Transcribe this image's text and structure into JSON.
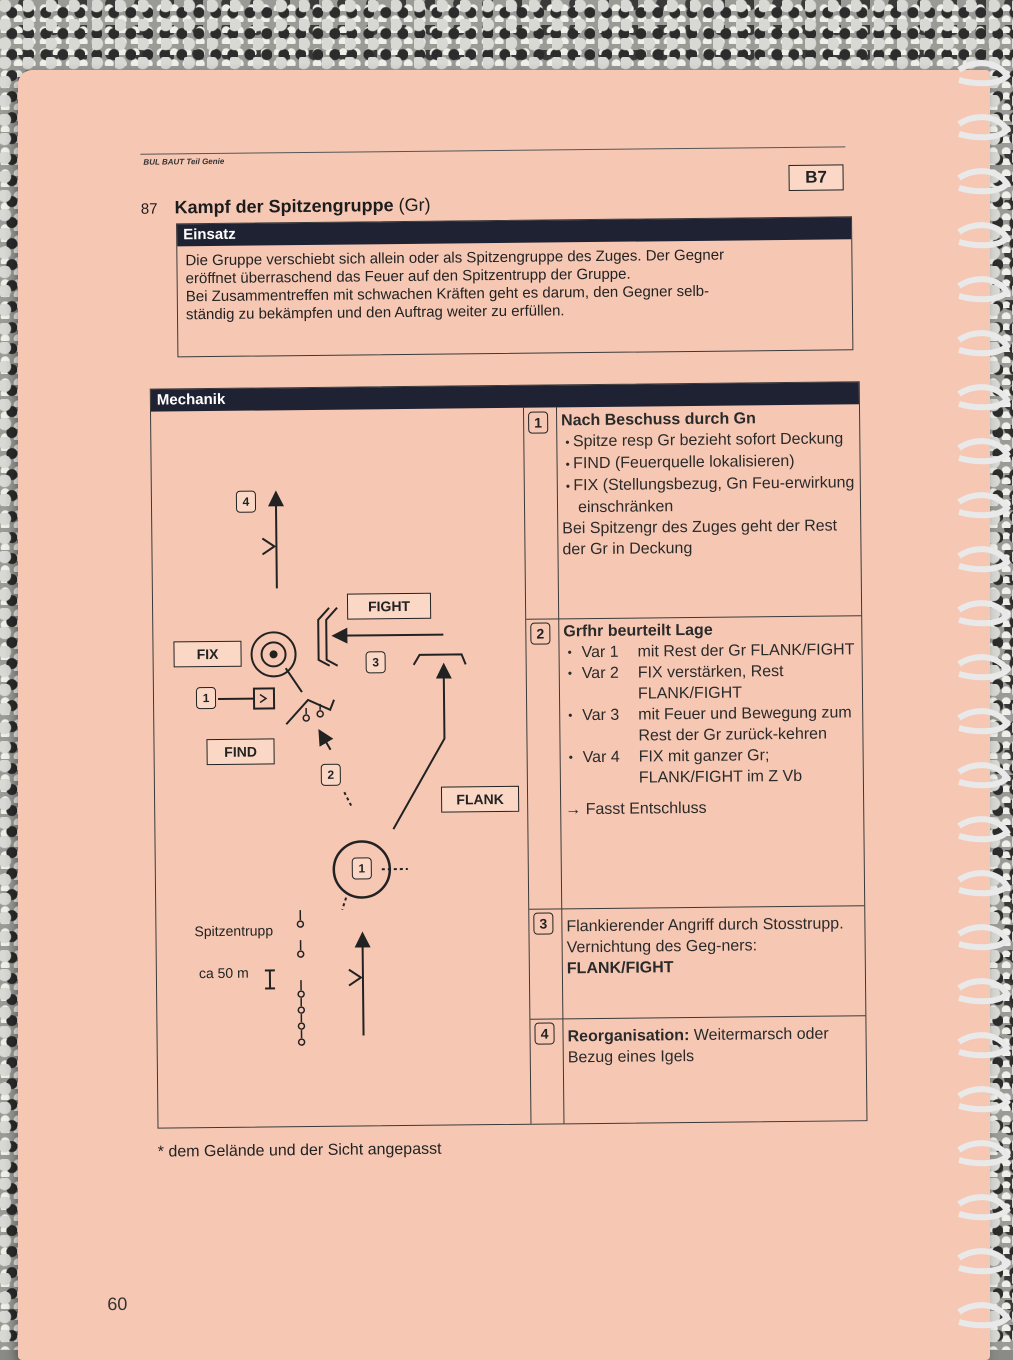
{
  "header": {
    "series": "BUL BAUT Teil Genie",
    "code": "B7",
    "number": "87",
    "title_main": "Kampf der Spitzengruppe",
    "title_suffix": "(Gr)"
  },
  "einsatz": {
    "heading": "Einsatz",
    "lines": [
      "Die Gruppe verschiebt sich allein oder als Spitzengruppe des Zuges. Der Gegner",
      "eröffnet überraschend das Feuer auf den Spitzentrupp der Gruppe.",
      "Bei Zusammentreffen mit schwachen Kräften geht es darum, den Gegner selb-",
      "ständig zu bekämpfen und den Auftrag weiter zu erfüllen."
    ]
  },
  "mechanik": {
    "heading": "Mechanik",
    "diagram": {
      "label_fight": "FIGHT",
      "label_fix": "FIX",
      "label_find": "FIND",
      "label_flank": "FLANK",
      "label_spitzentrupp": "Spitzentrupp",
      "label_distance": "ca 50 m",
      "marker_1": "1",
      "marker_2": "2",
      "marker_3": "3",
      "marker_4": "4"
    },
    "steps": [
      {
        "num": "1",
        "head": "Nach Beschuss durch Gn",
        "bullets": [
          "Spitze resp Gr bezieht sofort Deckung",
          "FIND (Feuerquelle lokalisieren)",
          "FIX (Stellungsbezug, Gn Feu-erwirkung einschränken"
        ],
        "tail": "Bei Spitzengr des Zuges geht der Rest der Gr in Deckung"
      },
      {
        "num": "2",
        "head": "Grfhr beurteilt Lage",
        "vars": [
          {
            "key": "Var 1",
            "text": "mit Rest der Gr FLANK/FIGHT"
          },
          {
            "key": "Var 2",
            "text": "FIX verstärken, Rest FLANK/FIGHT"
          },
          {
            "key": "Var 3",
            "text": "mit Feuer und Bewegung zum Rest der Gr zurück-kehren"
          },
          {
            "key": "Var 4",
            "text": "FIX mit ganzer Gr; FLANK/FIGHT im Z Vb"
          }
        ],
        "tail": "→ Fasst Entschluss"
      },
      {
        "num": "3",
        "text_plain": "Flankierender Angriff durch Stosstrupp. Vernichtung des Geg-ners:",
        "text_bold": "FLANK/FIGHT"
      },
      {
        "num": "4",
        "text_bold": "Reorganisation:",
        "text_plain": "Weitermarsch oder Bezug eines Igels"
      }
    ]
  },
  "footnote": "* dem Gelände und der Sicht angepasst",
  "page_number": "60"
}
